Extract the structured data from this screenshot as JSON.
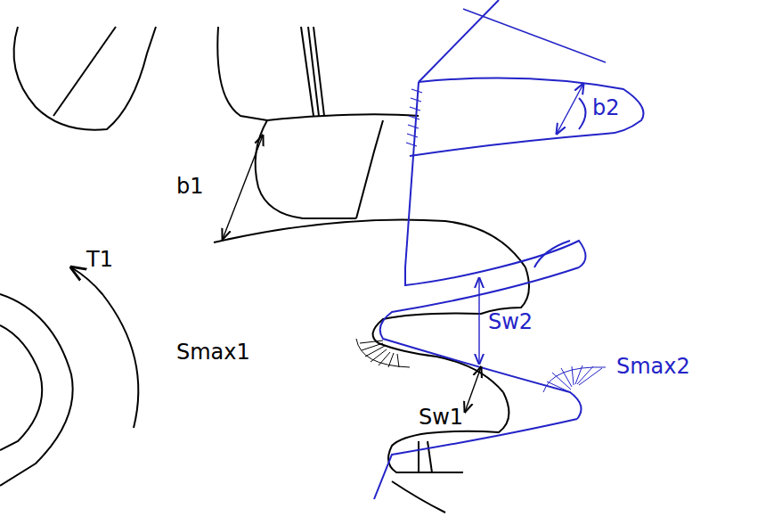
{
  "diagram": {
    "labels": [
      "b2",
      "b1",
      "T1",
      "Smax1",
      "Sw2",
      "Smax2",
      "Sw1"
    ]
  }
}
